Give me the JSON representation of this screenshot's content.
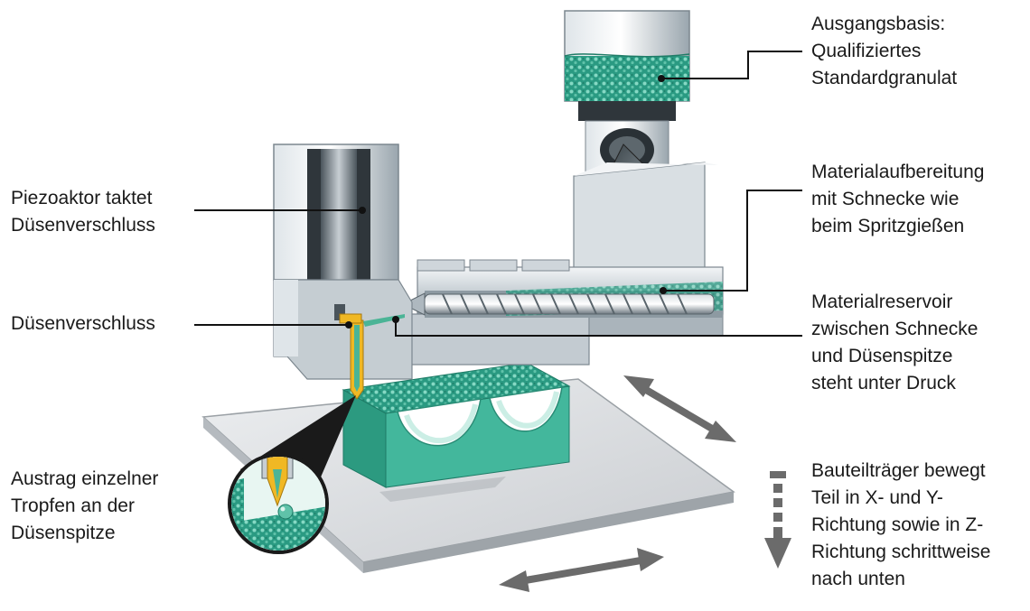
{
  "labels": {
    "ausgangsbasis": [
      "Ausgangsbasis:",
      "Qualifiziertes",
      "Standardgranulat"
    ],
    "piezoaktor": [
      "Piezoaktor taktet",
      "Düsenverschluss"
    ],
    "materialaufbereitung": [
      "Materialaufbereitung",
      "mit Schnecke wie",
      "beim Spritzgießen"
    ],
    "duesenverschluss": [
      "Düsenverschluss"
    ],
    "materialreservoir": [
      "Materialreservoir",
      "zwischen Schnecke",
      "und Düsenspitze",
      "steht unter Druck"
    ],
    "austrag": [
      "Austrag einzelner",
      "Tropfen an der",
      "Düsenspitze"
    ],
    "bauteiltraeger": [
      "Bauteilträger bewegt",
      "Teil in X- und Y-",
      "Richtung sowie in Z-",
      "Richtung schrittweise",
      "nach unten"
    ]
  },
  "colors": {
    "granulate": "#2fa38a",
    "granulate_light": "#7fd4bf",
    "metal_light": "#e4e9ed",
    "metal_mid": "#b9c3ca",
    "metal_dark": "#6f7b84",
    "nozzle_yellow": "#f0b824",
    "arrow_gray": "#6b6b6b",
    "leader_line": "#111111",
    "platform": "#dcdde0"
  }
}
